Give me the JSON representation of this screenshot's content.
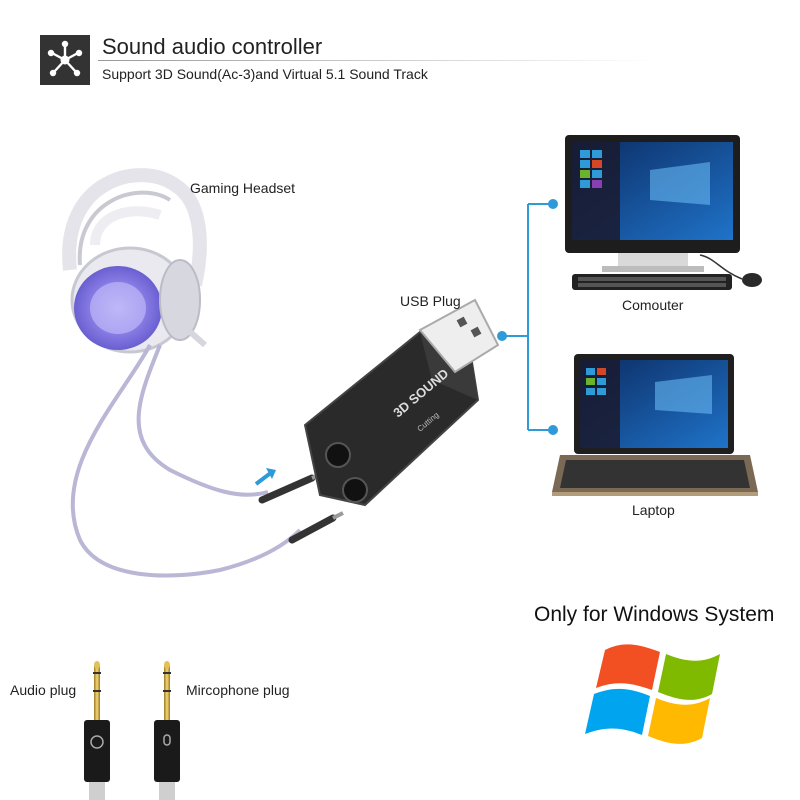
{
  "header": {
    "title": "Sound audio controller",
    "subtitle": "Support 3D Sound(Ac-3)and Virtual 5.1 Sound Track",
    "icon": "hub-network-icon"
  },
  "labels": {
    "headset": "Gaming Headset",
    "usb_plug": "USB Plug",
    "computer": "Comouter",
    "laptop": "Laptop",
    "audio_plug": "Audio plug",
    "mic_plug": "Mircophone plug",
    "windows": "Only for Windows System"
  },
  "device": {
    "print_main": "3D SOUND",
    "print_brand": "Cutting"
  },
  "colors": {
    "connector": "#2f9ad8",
    "cable": "#b9b6d6",
    "usb_body": "#2a2a2a",
    "gold": "#d6b04a"
  }
}
